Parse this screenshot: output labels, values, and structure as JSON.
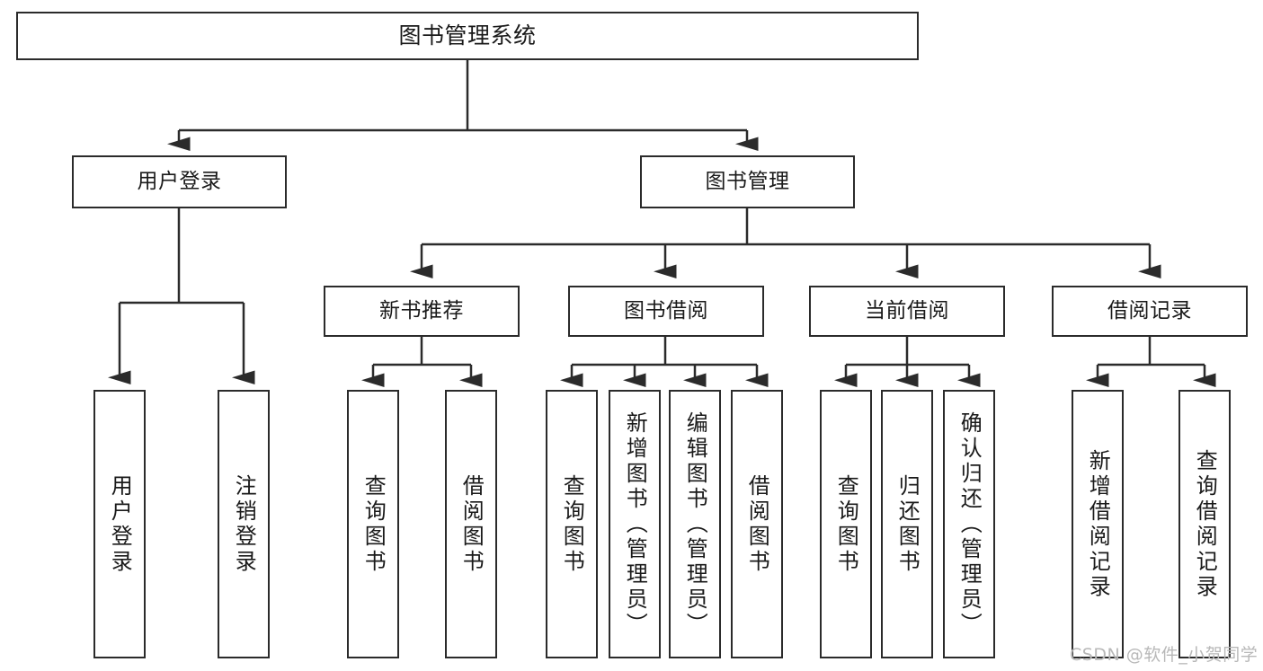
{
  "diagram": {
    "type": "tree-hierarchy",
    "orientation": "top-down",
    "root": {
      "label": "图书管理系统"
    },
    "level1": [
      {
        "label": "用户登录"
      },
      {
        "label": "图书管理"
      }
    ],
    "level2": [
      {
        "label": "新书推荐"
      },
      {
        "label": "图书借阅"
      },
      {
        "label": "当前借阅"
      },
      {
        "label": "借阅记录"
      }
    ],
    "leaves": {
      "user_login": [
        {
          "label": "用户登录"
        },
        {
          "label": "注销登录"
        }
      ],
      "new_book_recommend": [
        {
          "label": "查询图书"
        },
        {
          "label": "借阅图书"
        }
      ],
      "book_borrow": [
        {
          "label": "查询图书"
        },
        {
          "label": "新增图书（管理员）"
        },
        {
          "label": "编辑图书（管理员）"
        },
        {
          "label": "借阅图书"
        }
      ],
      "current_borrow": [
        {
          "label": "查询图书"
        },
        {
          "label": "归还图书"
        },
        {
          "label": "确认归还（管理员）"
        }
      ],
      "borrow_records": [
        {
          "label": "新增借阅记录"
        },
        {
          "label": "查询借阅记录"
        }
      ]
    }
  },
  "watermark": {
    "text": "CSDN @软件_小贺同学"
  },
  "colors": {
    "border": "#2b2b2b",
    "background": "#ffffff",
    "text": "#1a1a1a",
    "watermark": "#b8b8b8"
  }
}
